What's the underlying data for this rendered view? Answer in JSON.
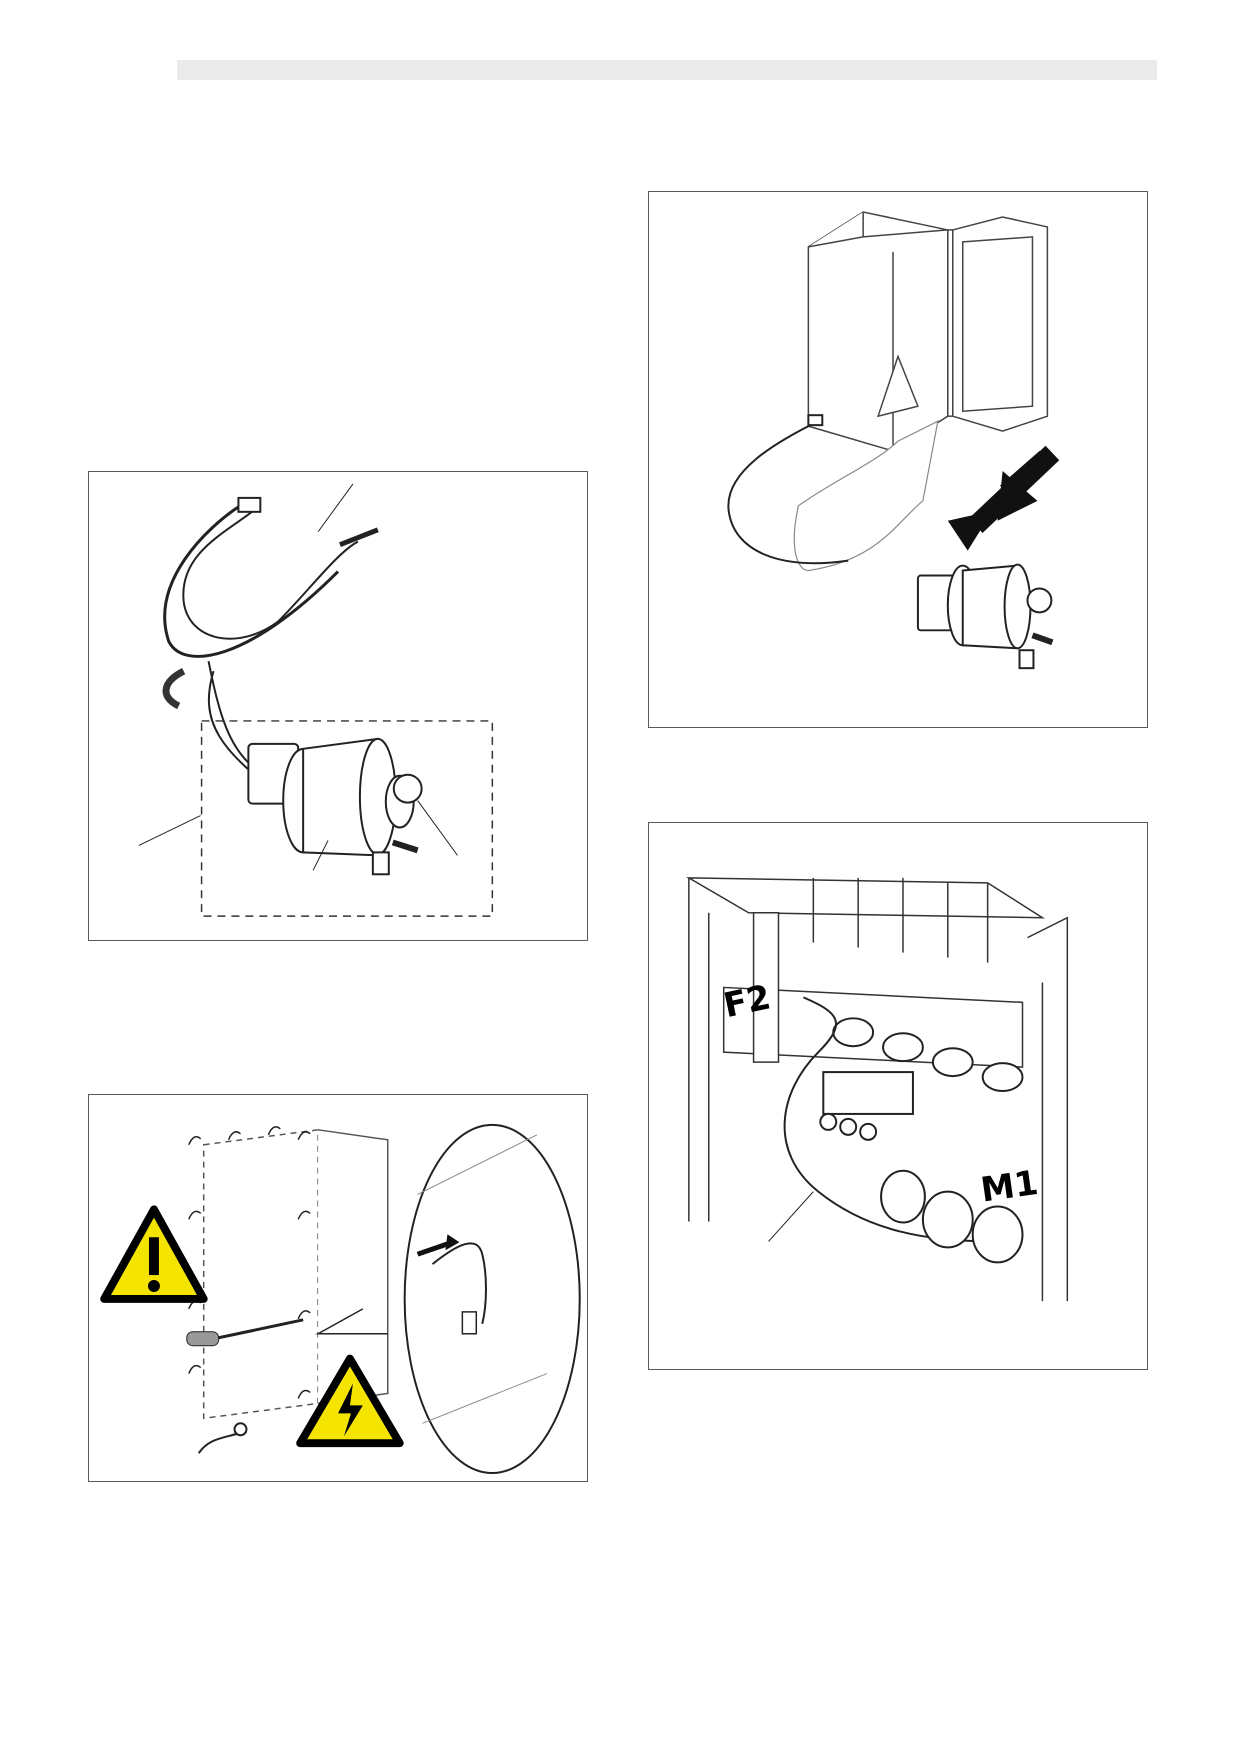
{
  "page": {
    "background": "#ffffff",
    "header_bar_color": "#ebebeb"
  },
  "figures": [
    {
      "id": "pump-assembly",
      "icons": [
        "pump-icon",
        "cable-icon",
        "connector-icon"
      ]
    },
    {
      "id": "cabinet-pump-location",
      "icons": [
        "cabinet-icon",
        "arrow-icon",
        "pump-icon"
      ]
    },
    {
      "id": "panel-removal",
      "icons": [
        "warning-icon",
        "electric-hazard-icon",
        "screwdriver-icon",
        "magnifier-detail-icon"
      ]
    },
    {
      "id": "cabinet-wiring",
      "labels": {
        "f2": "F2",
        "m1": "M1"
      }
    }
  ],
  "colors": {
    "warning_yellow": "#f5e400",
    "line": "#222222",
    "frame": "#5a5a5a"
  }
}
